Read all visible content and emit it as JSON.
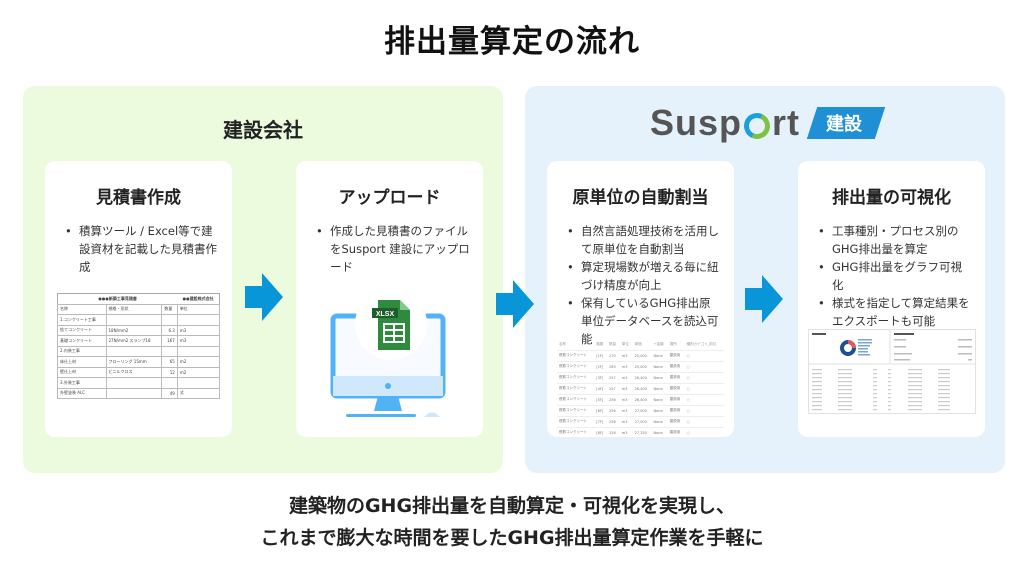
{
  "title": "排出量算定の流れ",
  "panels": {
    "company": {
      "heading": "建設会社",
      "color": "#ecfbde"
    },
    "susport": {
      "logo_text": "Susport",
      "logo_badge": "建設",
      "color": "#e5f2fc",
      "accent": "#1f8fd6"
    }
  },
  "steps": [
    {
      "title": "見積書作成",
      "bullets": [
        "積算ツール / Excel等で建設資材を記載した見積書作成"
      ]
    },
    {
      "title": "アップロード",
      "bullets": [
        "作成した見積書のファイルをSusport 建設にアップロード"
      ],
      "file_label": "XLSX"
    },
    {
      "title": "原単位の自動割当",
      "bullets": [
        "自然言語処理技術を活用して原単位を自動割当",
        "算定現場数が増える毎に紐づけ精度が向上",
        "保有しているGHG排出原単位データベースを読込可能"
      ]
    },
    {
      "title": "排出量の可視化",
      "bullets": [
        "工事種別・プロセス別のGHG排出量を算定",
        "GHG排出量をグラフ可視化",
        "様式を指定して算定結果をエクスポートも可能"
      ]
    }
  ],
  "estimate_sheet": {
    "title": "●●●新築工事見積書",
    "company": "●●建設株式会社",
    "headers": [
      "名称",
      "規格・形状",
      "数量",
      "単位"
    ],
    "rows": [
      [
        "1.コンクリート工事",
        "",
        "",
        ""
      ],
      [
        "捨てコンクリート",
        "18N/mm2",
        "6.3",
        "m3"
      ],
      [
        "基礎コンクリート",
        "27N/mm2 スランプ18",
        "167",
        "m3"
      ],
      [
        "2.内装工事",
        "",
        "",
        ""
      ],
      [
        "床仕上材",
        "フローリング 15mm",
        "65",
        "m2"
      ],
      [
        "壁仕上材",
        "ビニルクロス",
        "12",
        "m2"
      ],
      [
        "3.外装工事",
        "",
        "",
        ""
      ],
      [
        "外壁塗装 ALC",
        "",
        "49",
        "式"
      ]
    ]
  },
  "assign_table": {
    "headers": [
      "名称",
      "階層",
      "数量",
      "単位",
      "単価",
      "+金額",
      "場所",
      "種別カテゴリ_前位"
    ],
    "rows": [
      [
        "鉄筋コンクリート",
        "[1F]",
        "270",
        "m3",
        "25,000",
        "None",
        "建設用",
        "○"
      ],
      [
        "鉄筋コンクリート",
        "[2F]",
        "263",
        "m3",
        "25,000",
        "None",
        "建設用",
        "○"
      ],
      [
        "鉄筋コンクリート",
        "[3F]",
        "257",
        "m3",
        "26,400",
        "None",
        "建設用",
        "○"
      ],
      [
        "鉄筋コンクリート",
        "[4F]",
        "257",
        "m3",
        "26,400",
        "None",
        "建設用",
        "○"
      ],
      [
        "鉄筋コンクリート",
        "[5F]",
        "256",
        "m3",
        "26,400",
        "None",
        "建設用",
        "○"
      ],
      [
        "鉄筋コンクリート",
        "[6F]",
        "256",
        "m3",
        "27,000",
        "None",
        "建設用",
        "○"
      ],
      [
        "鉄筋コンクリート",
        "[7F]",
        "256",
        "m3",
        "27,000",
        "None",
        "建設用",
        "○"
      ],
      [
        "鉄筋コンクリート",
        "[8F]",
        "126",
        "m3",
        "27,250",
        "None",
        "建設用",
        "○"
      ]
    ]
  },
  "bottom_text": {
    "line1": "建築物のGHG排出量を自動算定・可視化を実現し、",
    "line2": "これまで膨大な時間を要したGHG排出量算定作業を手軽に"
  },
  "colors": {
    "arrow": "#0996d9",
    "monitor": "#4fb3f6",
    "excel": "#2e8b3e"
  }
}
